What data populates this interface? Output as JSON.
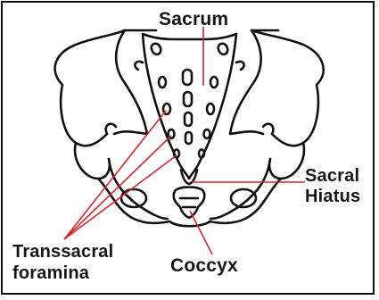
{
  "labels": {
    "sacrum": "Sacrum",
    "sacral_hiatus_line1": "Sacral",
    "sacral_hiatus_line2": "Hiatus",
    "transsacral_line1": "Transsacral",
    "transsacral_line2": "foramina",
    "coccyx": "Coccyx"
  },
  "colors": {
    "outline": "#111111",
    "pointer_red": "#d9252b",
    "background": "#ffffff"
  }
}
